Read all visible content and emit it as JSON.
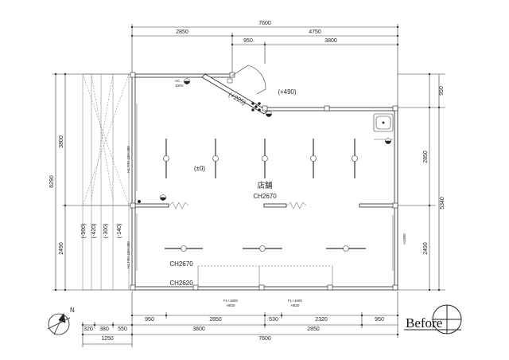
{
  "dims": {
    "top_total": "7600",
    "top_a": "2850",
    "top_b": "4750",
    "top_c": "950",
    "top_d": "3800",
    "left_total": "6290",
    "left_upper": "3800",
    "left_lower": "2490",
    "levels": [
      "(-500)",
      "(-420)",
      "(-300)",
      "(-140)"
    ],
    "right_950": "950",
    "right_2850": "2850",
    "right_5340": "5340",
    "right_2490": "2490",
    "bottom_row1": [
      "950",
      "2850",
      "530",
      "2320",
      "950"
    ],
    "bottom_row2_left": [
      "320",
      "380",
      "550"
    ],
    "bottom_row2_mid": "3800",
    "bottom_row2_right": "2850",
    "bottom_row3_left": "1250",
    "bottom_row3_total": "7600"
  },
  "labels": {
    "level_225": "(+225)",
    "level_490": "(+490)",
    "level_0": "(±0)",
    "room_name": "店舗",
    "room_ch": "CH2670",
    "ch_lower": "CH2670",
    "ch_bottom": "CH2620",
    "window_1a": "FL+1600",
    "window_1b": "H830",
    "window_2a": "FL+1600",
    "window_2b": "H830",
    "side_left_upper": "H1770+100+380",
    "side_left_lower": "H1770+100+380",
    "side_right": "H1800",
    "ac_a": "AC",
    "ac_b": "100V",
    "north": "N",
    "badge": "Before"
  }
}
